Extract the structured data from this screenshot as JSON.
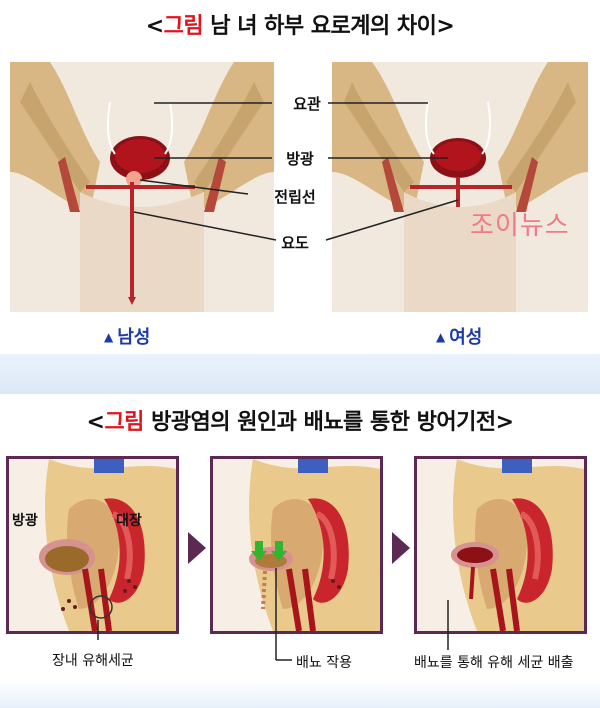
{
  "top": {
    "title_open": "<",
    "title_red": "그림",
    "title_rest": " 남 녀 하부 요로계의 차이",
    "title_close": ">",
    "labels": {
      "ureter": "요관",
      "bladder": "방광",
      "prostate": "전립선",
      "urethra": "요도"
    },
    "male_caption": "남성",
    "female_caption": "여성",
    "caption_marker": "▲",
    "watermark": "조이뉴스"
  },
  "bottom": {
    "title_open": "<",
    "title_red": "그림",
    "title_rest": " 방광염의 원인과 배뇨를 통한 방어기전",
    "title_close": ">",
    "panel_labels": {
      "bladder": "방광",
      "colon": "대장"
    },
    "captions": {
      "step1": "장내 유해세균",
      "step2": "배뇨 작용",
      "step3": "배뇨를 통해 유해 세균 배출"
    }
  },
  "colors": {
    "title_red": "#e0141e",
    "caption_blue": "#1d3aa8",
    "panel_border": "#5b2952",
    "bladder": "#a8141c",
    "watermark": "#f07a88",
    "arrow_green": "#2fb52f"
  }
}
